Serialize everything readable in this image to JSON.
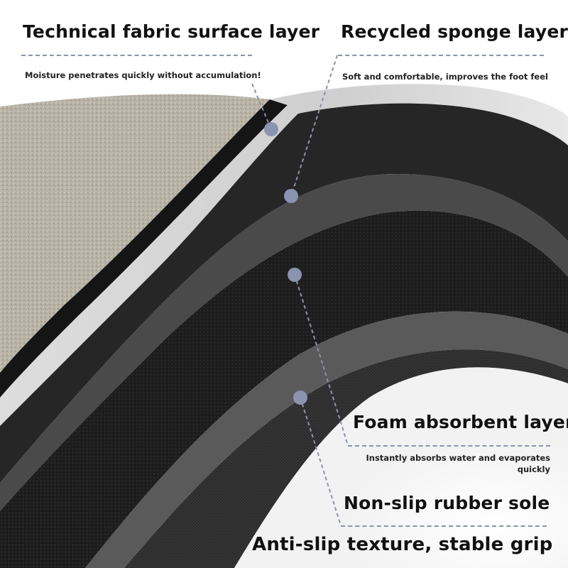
{
  "layers": [
    {
      "title": "Technical fabric surface layer",
      "description": "Moisture penetrates quickly without accumulation!"
    },
    {
      "title": "Recycled sponge layer",
      "description": "Soft and comfortable, improves the foot feel"
    },
    {
      "title": "Foam absorbent layer",
      "description_line1": "Instantly absorbs water and evaporates",
      "description_line2": "quickly"
    },
    {
      "title": "Non-slip rubber sole"
    }
  ],
  "footer": "Anti-slip texture, stable grip",
  "colors": {
    "marker": "#8a93b0",
    "leader_line": "#8a93a8",
    "fabric": "#b9b2a6",
    "sponge": "#2b2b2b",
    "foam": "#1e1e1e",
    "rubber": "#3a3a3a"
  }
}
